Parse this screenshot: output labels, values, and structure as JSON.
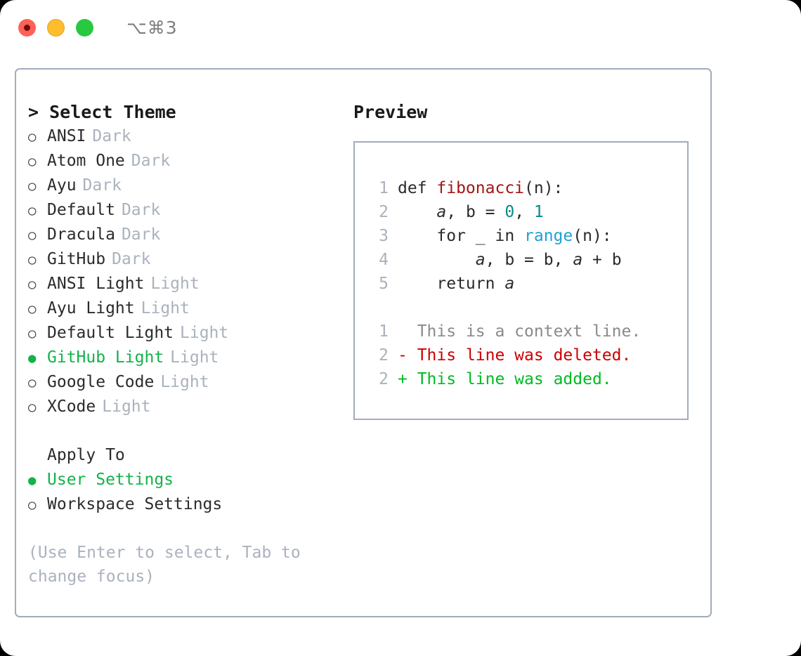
{
  "titlebar": {
    "shortcut": "⌥⌘3",
    "lights": [
      "close-red",
      "minimize-yellow",
      "zoom-green"
    ]
  },
  "theme_panel": {
    "header": "> Select Theme",
    "bullet_unselected": "○",
    "bullet_selected": "●",
    "items": [
      {
        "name": "ANSI",
        "tag": "Dark",
        "selected": false
      },
      {
        "name": "Atom One",
        "tag": "Dark",
        "selected": false
      },
      {
        "name": "Ayu",
        "tag": "Dark",
        "selected": false
      },
      {
        "name": "Default",
        "tag": "Dark",
        "selected": false
      },
      {
        "name": "Dracula",
        "tag": "Dark",
        "selected": false
      },
      {
        "name": "GitHub",
        "tag": "Dark",
        "selected": false
      },
      {
        "name": "ANSI Light",
        "tag": "Light",
        "selected": false
      },
      {
        "name": "Ayu Light",
        "tag": "Light",
        "selected": false
      },
      {
        "name": "Default Light",
        "tag": "Light",
        "selected": false
      },
      {
        "name": "GitHub Light",
        "tag": "Light",
        "selected": true
      },
      {
        "name": "Google Code",
        "tag": "Light",
        "selected": false
      },
      {
        "name": "XCode",
        "tag": "Light",
        "selected": false
      }
    ]
  },
  "apply_to": {
    "header": "Apply To",
    "items": [
      {
        "name": "User Settings",
        "selected": true
      },
      {
        "name": "Workspace Settings",
        "selected": false
      }
    ]
  },
  "hint": "(Use Enter to select, Tab to change focus)",
  "preview": {
    "title": "Preview",
    "code_lines": [
      {
        "no": "1",
        "tokens": [
          {
            "t": "def ",
            "k": "plain"
          },
          {
            "t": "fibonacci",
            "k": "fn"
          },
          {
            "t": "(n):",
            "k": "plain"
          }
        ]
      },
      {
        "no": "2",
        "tokens": [
          {
            "t": "    ",
            "k": "plain"
          },
          {
            "t": "a",
            "k": "var"
          },
          {
            "t": ", ",
            "k": "plain"
          },
          {
            "t": "b",
            "k": "plain"
          },
          {
            "t": " = ",
            "k": "plain"
          },
          {
            "t": "0",
            "k": "num"
          },
          {
            "t": ", ",
            "k": "plain"
          },
          {
            "t": "1",
            "k": "num"
          }
        ]
      },
      {
        "no": "3",
        "tokens": [
          {
            "t": "    for _ in ",
            "k": "plain"
          },
          {
            "t": "range",
            "k": "call"
          },
          {
            "t": "(n):",
            "k": "plain"
          }
        ]
      },
      {
        "no": "4",
        "tokens": [
          {
            "t": "        ",
            "k": "plain"
          },
          {
            "t": "a",
            "k": "var"
          },
          {
            "t": ", ",
            "k": "plain"
          },
          {
            "t": "b",
            "k": "plain"
          },
          {
            "t": " = ",
            "k": "plain"
          },
          {
            "t": "b",
            "k": "plain"
          },
          {
            "t": ", ",
            "k": "plain"
          },
          {
            "t": "a",
            "k": "var"
          },
          {
            "t": " + ",
            "k": "plain"
          },
          {
            "t": "b",
            "k": "plain"
          }
        ]
      },
      {
        "no": "5",
        "tokens": [
          {
            "t": "    return ",
            "k": "plain"
          },
          {
            "t": "a",
            "k": "var"
          }
        ]
      }
    ],
    "diff_lines": [
      {
        "no": "1",
        "marker": "  ",
        "text": "This is a context line.",
        "kind": "context"
      },
      {
        "no": "2",
        "marker": "- ",
        "text": "This line was deleted.",
        "kind": "del"
      },
      {
        "no": "2",
        "marker": "+ ",
        "text": "This line was added.",
        "kind": "add"
      }
    ]
  },
  "colors": {
    "selected_green": "#14b24a",
    "muted_gray": "#aab2bd",
    "border": "#a2acbb",
    "diff_add": "#00bb22",
    "diff_del": "#cc0000",
    "token_fn": "#a31515",
    "token_num": "#0a8a8a",
    "token_call": "#1f9fd4"
  }
}
